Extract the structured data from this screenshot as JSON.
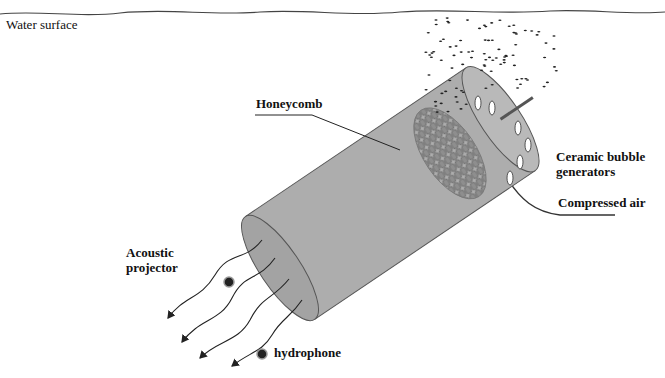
{
  "diagram": {
    "labels": [
      "Water surface",
      "Honeycomb",
      "Ceramic bubble generators",
      "Compressed air",
      "Acoustic projector",
      "hydrophone"
    ]
  }
}
